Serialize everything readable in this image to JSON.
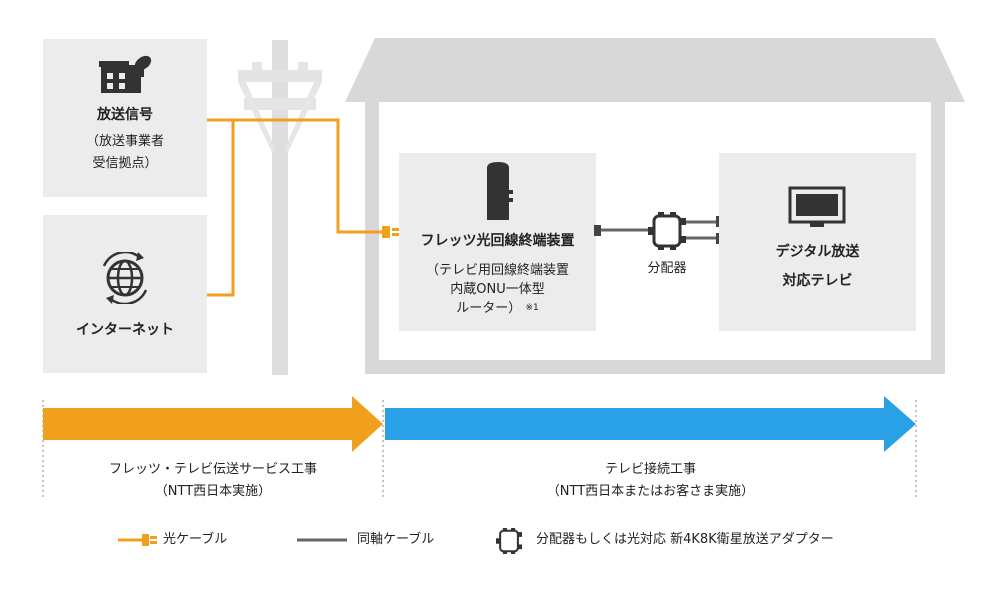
{
  "sources": {
    "broadcast": {
      "title": "放送信号",
      "sub1": "（放送事業者",
      "sub2": "受信拠点）"
    },
    "internet": {
      "title": "インターネット"
    }
  },
  "onu": {
    "title": "フレッツ光回線終端装置",
    "sub1": "（テレビ用回線終端装置",
    "sub2": "内蔵ONU一体型",
    "sub3": "ルーター）",
    "note": "※1"
  },
  "splitter": {
    "label": "分配器"
  },
  "tv": {
    "title1": "デジタル放送",
    "title2": "対応テレビ"
  },
  "work": {
    "left": {
      "line1": "フレッツ・テレビ伝送サービス工事",
      "line2": "（NTT西日本実施）",
      "color": "#f0a01c"
    },
    "right": {
      "line1": "テレビ接続工事",
      "line2": "（NTT西日本またはお客さま実施）",
      "color": "#2aa0e6"
    }
  },
  "legend": {
    "optical": "光ケーブル",
    "coax": "同軸ケーブル",
    "splitter": "分配器もしくは光対応 新4K8K衛星放送アダプター"
  },
  "colors": {
    "optical": "#f0a01c",
    "coax": "#666666",
    "panel": "#ececec",
    "pole": "#dddddd",
    "house": "#d6d6d6"
  },
  "icons": [
    "satellite-building-icon",
    "globe-icon",
    "onu-device-icon",
    "splitter-icon",
    "tv-icon",
    "utility-pole-icon",
    "house-icon"
  ]
}
